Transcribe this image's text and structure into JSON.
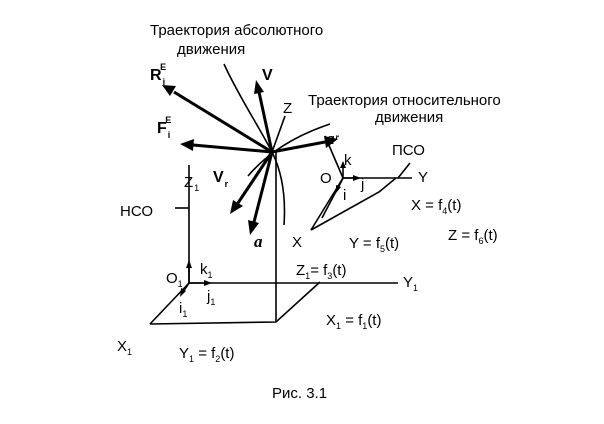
{
  "labels": {
    "traj_abs_1": "Траектория абсолютного",
    "traj_abs_2": "движения",
    "traj_rel_1": "Траектория относительного",
    "traj_rel_2": "движения",
    "R": "R",
    "R_sub": "i",
    "R_sup": "E",
    "F": "F",
    "F_sub": "i",
    "F_sup": "E",
    "V": "V",
    "Vr": "V",
    "Vr_sub": "r",
    "a": "a",
    "ar": "a",
    "ar_sub": "r",
    "Z": "Z",
    "k": "k",
    "O": "O",
    "j": "j",
    "i": "i",
    "Y": "Y",
    "X": "X",
    "PSO": "ПСО",
    "X_eq": "X = f",
    "X_eq_sub": "4",
    "X_eq_tail": "(t)",
    "Y_eq": "Y = f",
    "Y_eq_sub": "5",
    "Y_eq_tail": "(t)",
    "Z_eq": "Z = f",
    "Z_eq_sub": "6",
    "Z_eq_tail": "(t)",
    "Z1": "Z",
    "Z1_sub": "1",
    "NSO": "НСО",
    "k1": "k",
    "k1_sub": "1",
    "O1": "O",
    "O1_sub": "1",
    "j1": "j",
    "j1_sub": "1",
    "i1": "i",
    "i1_sub": "1",
    "Y1": "Y",
    "Y1_sub": "1",
    "Z1_eq": "Z",
    "Z1_eq_sub": "1",
    "Z1_eq_mid": "= f",
    "Z1_eq_sub2": "3",
    "Z1_eq_tail": "(t)",
    "X1_eq": "X",
    "X1_eq_sub": "1",
    "X1_eq_mid": " = f",
    "X1_eq_sub2": "1",
    "X1_eq_tail": "(t)",
    "X1": "X",
    "X1_sub": "1",
    "Y1_eq": "Y",
    "Y1_eq_sub": "1",
    "Y1_eq_mid": " = f",
    "Y1_eq_sub2": "2",
    "Y1_eq_tail": "(t)",
    "caption": "Рис. 3.1"
  }
}
